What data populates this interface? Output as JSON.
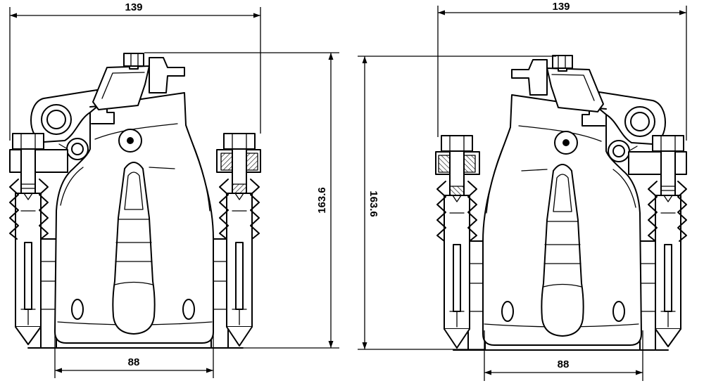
{
  "drawings": [
    {
      "view": "left",
      "width_label": "139",
      "height_label": "163.6",
      "span_label": "88"
    },
    {
      "view": "right",
      "width_label": "139",
      "height_label": "163.6",
      "span_label": "88"
    }
  ],
  "style": {
    "line_color": "#000000",
    "background": "#ffffff"
  }
}
